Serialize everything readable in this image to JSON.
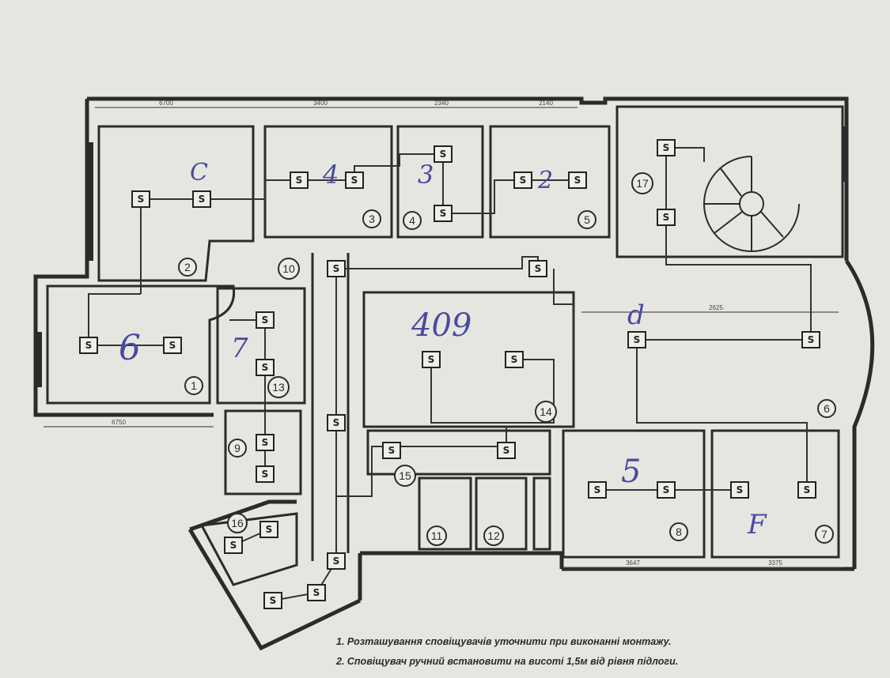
{
  "rooms": [
    {
      "num": "1"
    },
    {
      "num": "2"
    },
    {
      "num": "3"
    },
    {
      "num": "4"
    },
    {
      "num": "5"
    },
    {
      "num": "6"
    },
    {
      "num": "7"
    },
    {
      "num": "8"
    },
    {
      "num": "9"
    },
    {
      "num": "10"
    },
    {
      "num": "11"
    },
    {
      "num": "12"
    },
    {
      "num": "13"
    },
    {
      "num": "14"
    },
    {
      "num": "15"
    },
    {
      "num": "16"
    },
    {
      "num": "17"
    }
  ],
  "detector_symbol": "S",
  "dimensions": {
    "top_1": "6700",
    "top_2": "3400",
    "top_3": "2340",
    "top_4": "2140",
    "left_room1": "6750",
    "corridor": "2625",
    "bottom_8": "3647",
    "bottom_7": "3375"
  },
  "handwritten": {
    "room2": "C",
    "room3": "4",
    "room4": "3",
    "room5": "2",
    "room1": "6",
    "room13": "7",
    "room14": "409",
    "room6": "d",
    "room8": "5",
    "room7": "F"
  },
  "notes": [
    "1. Розташування сповіщувачів уточнити при виконанні монтажу.",
    "2. Сповіщувач ручний встановити на висоті 1,5м від рівня підлоги."
  ]
}
